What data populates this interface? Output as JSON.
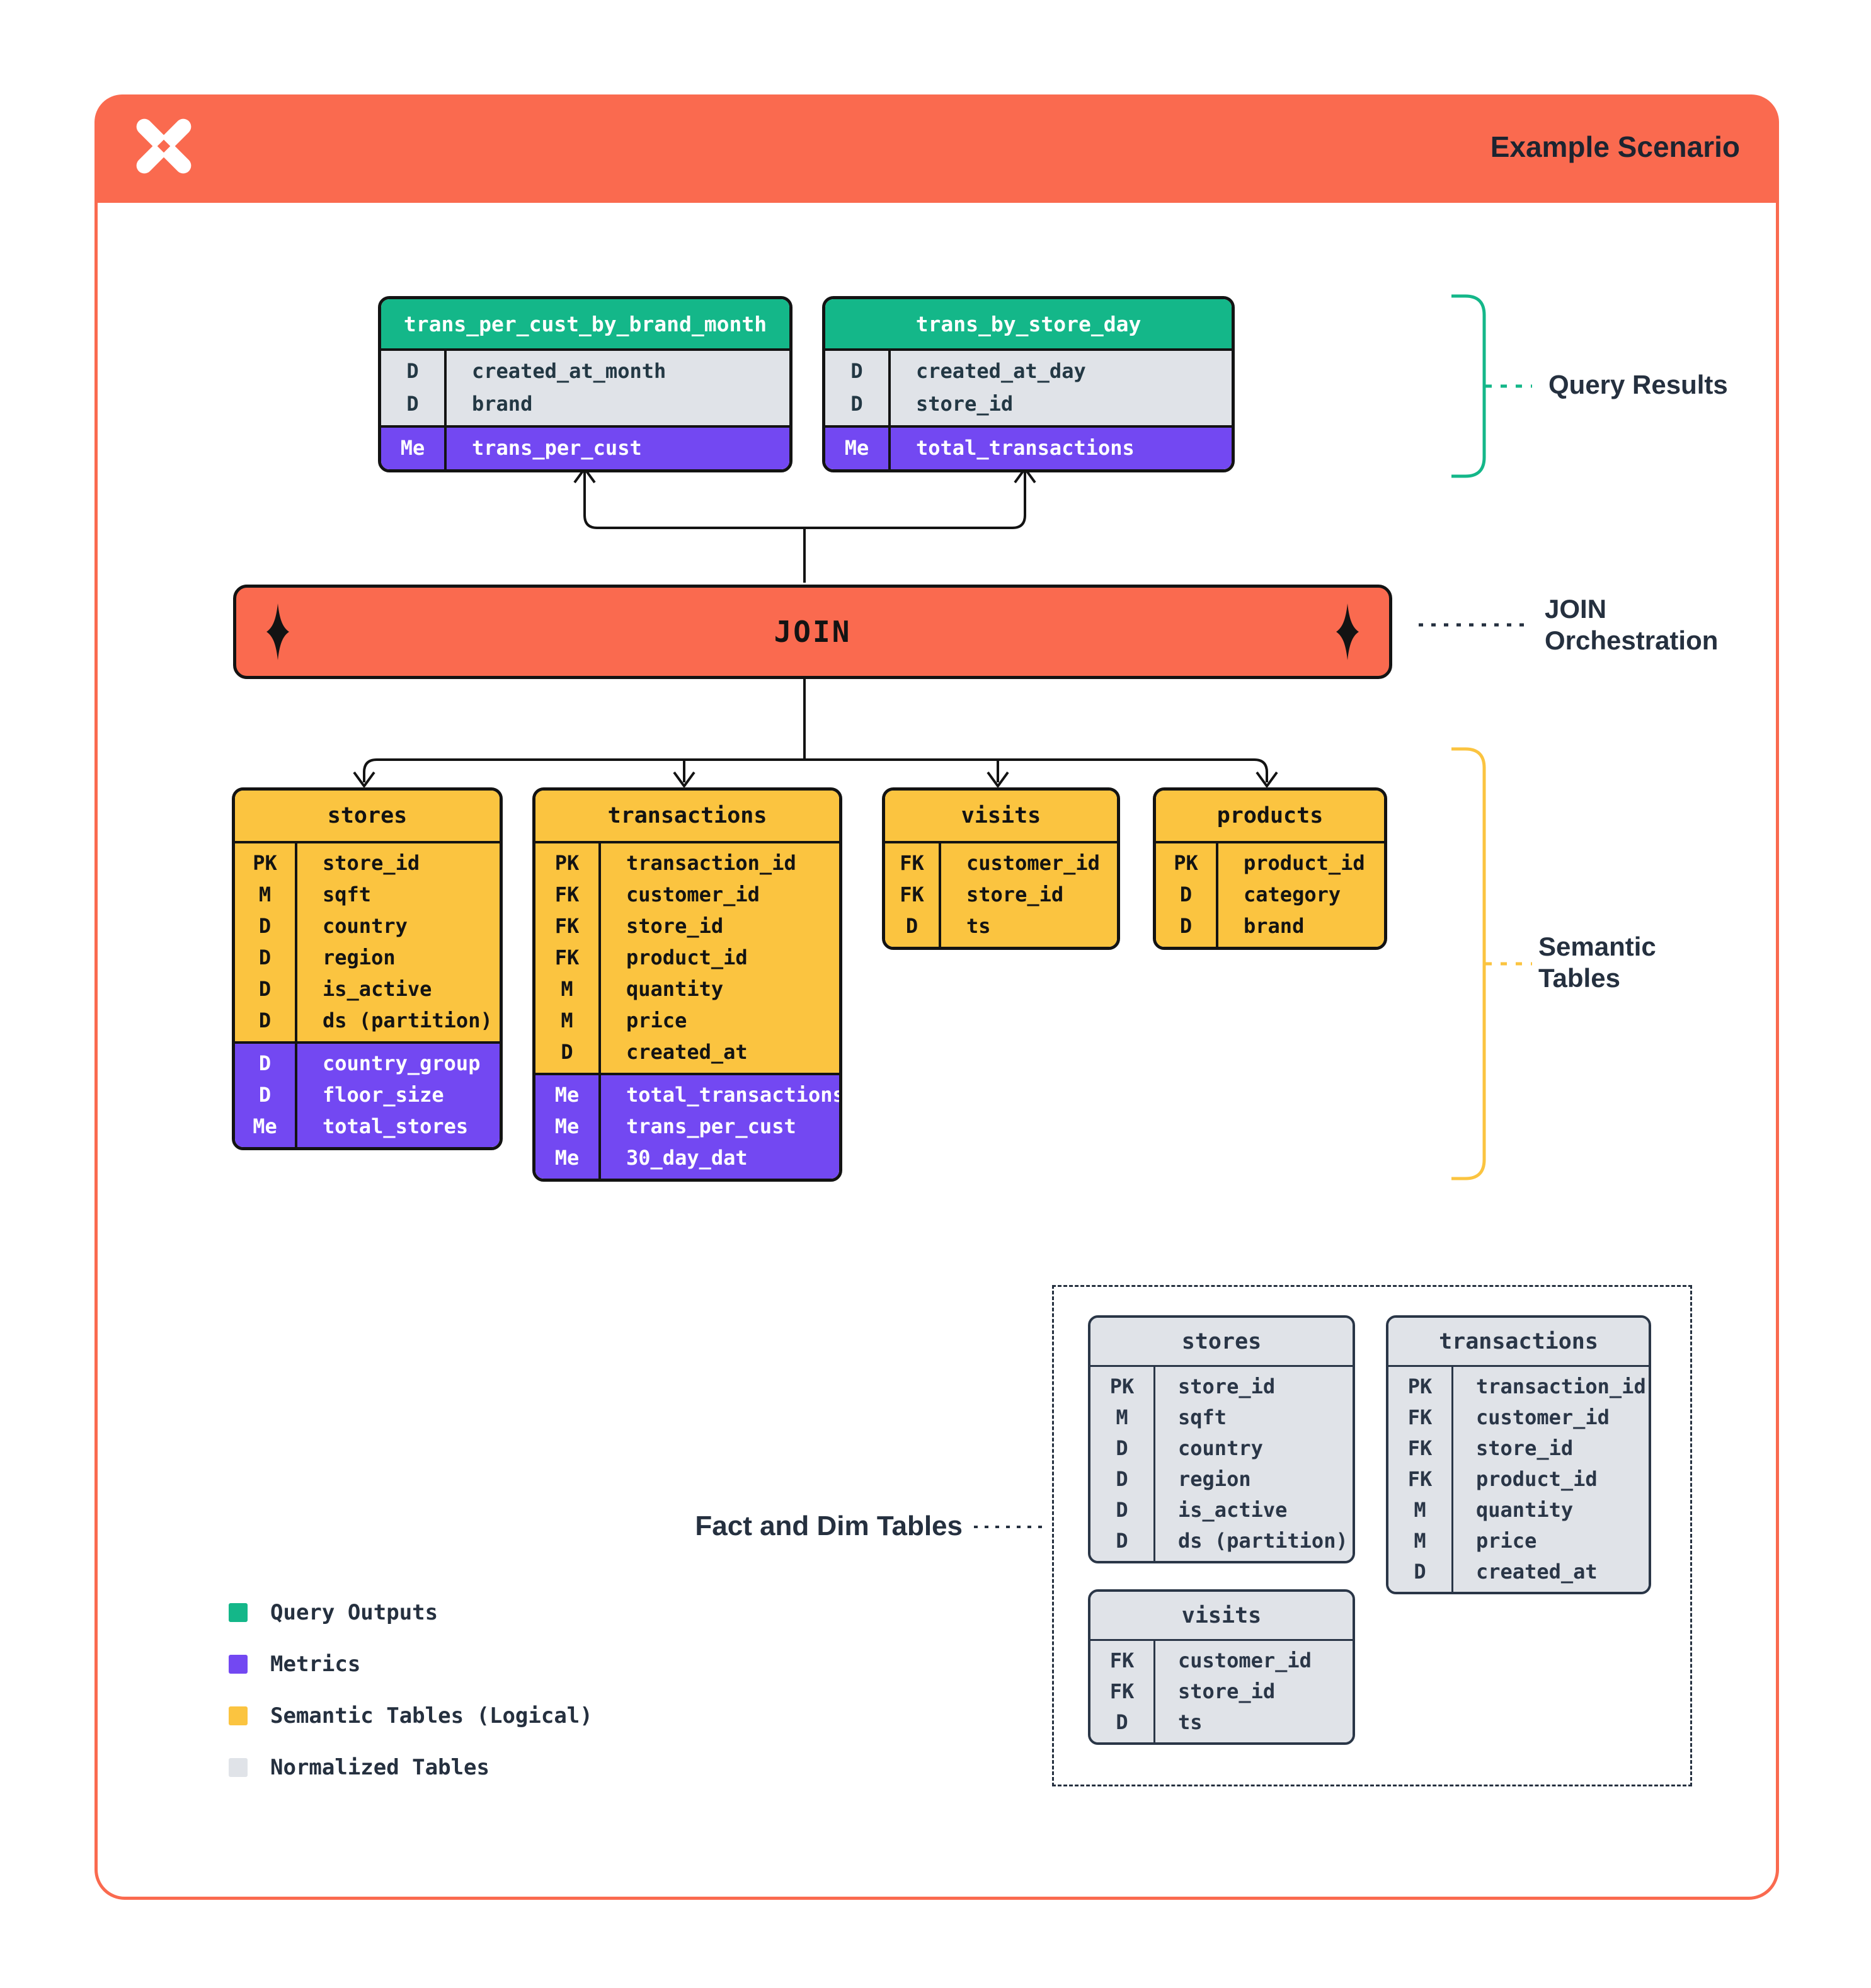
{
  "header": {
    "title": "Example Scenario"
  },
  "join": {
    "label": "JOIN"
  },
  "annotations": {
    "query_results": "Query Results",
    "join_orchestration_line1": "JOIN",
    "join_orchestration_line2": "Orchestration",
    "semantic_line1": "Semantic",
    "semantic_line2": "Tables",
    "fact_dim": "Fact and Dim Tables"
  },
  "query_tables": [
    {
      "title": "trans_per_cust_by_brand_month",
      "sections": [
        {
          "style": "dims",
          "rows": [
            {
              "key": "D",
              "name": "created_at_month"
            },
            {
              "key": "D",
              "name": "brand"
            }
          ]
        },
        {
          "style": "metrics",
          "rows": [
            {
              "key": "Me",
              "name": "trans_per_cust"
            }
          ]
        }
      ]
    },
    {
      "title": "trans_by_store_day",
      "sections": [
        {
          "style": "dims",
          "rows": [
            {
              "key": "D",
              "name": "created_at_day"
            },
            {
              "key": "D",
              "name": "store_id"
            }
          ]
        },
        {
          "style": "metrics",
          "rows": [
            {
              "key": "Me",
              "name": "total_transactions"
            }
          ]
        }
      ]
    }
  ],
  "semantic_tables": [
    {
      "title": "stores",
      "sections": [
        {
          "style": "fields",
          "rows": [
            {
              "key": "PK",
              "name": "store_id"
            },
            {
              "key": "M",
              "name": "sqft"
            },
            {
              "key": "D",
              "name": "country"
            },
            {
              "key": "D",
              "name": "region"
            },
            {
              "key": "D",
              "name": "is_active"
            },
            {
              "key": "D",
              "name": "ds (partition)"
            }
          ]
        },
        {
          "style": "metrics",
          "rows": [
            {
              "key": "D",
              "name": "country_group"
            },
            {
              "key": "D",
              "name": "floor_size"
            },
            {
              "key": "Me",
              "name": "total_stores"
            }
          ]
        }
      ]
    },
    {
      "title": "transactions",
      "sections": [
        {
          "style": "fields",
          "rows": [
            {
              "key": "PK",
              "name": "transaction_id"
            },
            {
              "key": "FK",
              "name": "customer_id"
            },
            {
              "key": "FK",
              "name": "store_id"
            },
            {
              "key": "FK",
              "name": "product_id"
            },
            {
              "key": "M",
              "name": "quantity"
            },
            {
              "key": "M",
              "name": "price"
            },
            {
              "key": "D",
              "name": "created_at"
            }
          ]
        },
        {
          "style": "metrics",
          "rows": [
            {
              "key": "Me",
              "name": "total_transactions"
            },
            {
              "key": "Me",
              "name": "trans_per_cust"
            },
            {
              "key": "Me",
              "name": "30_day_dat"
            }
          ]
        }
      ]
    },
    {
      "title": "visits",
      "sections": [
        {
          "style": "fields",
          "rows": [
            {
              "key": "FK",
              "name": "customer_id"
            },
            {
              "key": "FK",
              "name": "store_id"
            },
            {
              "key": "D",
              "name": "ts"
            }
          ]
        }
      ]
    },
    {
      "title": "products",
      "sections": [
        {
          "style": "fields",
          "rows": [
            {
              "key": "PK",
              "name": "product_id"
            },
            {
              "key": "D",
              "name": "category"
            },
            {
              "key": "D",
              "name": "brand"
            }
          ]
        }
      ]
    }
  ],
  "normalized_tables": [
    {
      "title": "stores",
      "sections": [
        {
          "style": "plain",
          "rows": [
            {
              "key": "PK",
              "name": "store_id"
            },
            {
              "key": "M",
              "name": "sqft"
            },
            {
              "key": "D",
              "name": "country"
            },
            {
              "key": "D",
              "name": "region"
            },
            {
              "key": "D",
              "name": "is_active"
            },
            {
              "key": "D",
              "name": "ds (partition)"
            }
          ]
        }
      ]
    },
    {
      "title": "transactions",
      "sections": [
        {
          "style": "plain",
          "rows": [
            {
              "key": "PK",
              "name": "transaction_id"
            },
            {
              "key": "FK",
              "name": "customer_id"
            },
            {
              "key": "FK",
              "name": "store_id"
            },
            {
              "key": "FK",
              "name": "product_id"
            },
            {
              "key": "M",
              "name": "quantity"
            },
            {
              "key": "M",
              "name": "price"
            },
            {
              "key": "D",
              "name": "created_at"
            }
          ]
        }
      ]
    },
    {
      "title": "visits",
      "sections": [
        {
          "style": "plain",
          "rows": [
            {
              "key": "FK",
              "name": "customer_id"
            },
            {
              "key": "FK",
              "name": "store_id"
            },
            {
              "key": "D",
              "name": "ts"
            }
          ]
        }
      ]
    }
  ],
  "legend": [
    {
      "color": "#14B789",
      "label": "Query Outputs"
    },
    {
      "color": "#7348F2",
      "label": "Metrics"
    },
    {
      "color": "#FBC440",
      "label": "Semantic Tables (Logical)"
    },
    {
      "color": "#E0E3E8",
      "label": "Normalized Tables"
    }
  ],
  "colors": {
    "accent_orange": "#FA6A4F",
    "green": "#14B789",
    "purple": "#7348F2",
    "yellow": "#FBC440",
    "gray": "#E0E3E8",
    "navy": "#25303F",
    "black": "#131313"
  }
}
